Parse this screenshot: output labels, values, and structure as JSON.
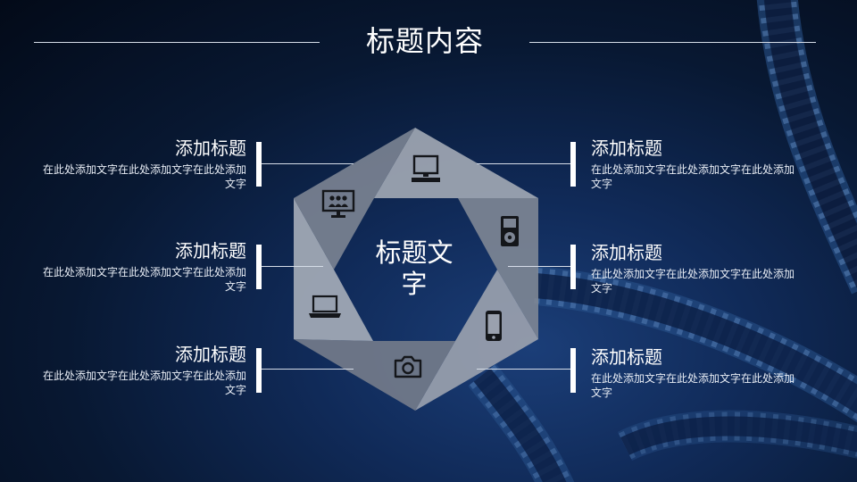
{
  "slide": {
    "title": "标题内容",
    "center_title": "标题文字"
  },
  "left_items": [
    {
      "title": "添加标题",
      "desc": "在此处添加文字在此处添加文字在此处添加文字"
    },
    {
      "title": "添加标题",
      "desc": "在此处添加文字在此处添加文字在此处添加文字"
    },
    {
      "title": "添加标题",
      "desc": "在此处添加文字在此处添加文字在此处添加文字"
    }
  ],
  "right_items": [
    {
      "title": "添加标题",
      "desc": "在此处添加文字在此处添加文字在此处添加文字"
    },
    {
      "title": "添加标题",
      "desc": "在此处添加文字在此处添加文字在此处添加文字"
    },
    {
      "title": "添加标题",
      "desc": "在此处添加文字在此处添加文字在此处添加文字"
    }
  ],
  "icons": [
    "desktop-computer-icon",
    "media-player-icon",
    "smartphone-icon",
    "camera-icon",
    "laptop-icon",
    "presentation-board-icon"
  ],
  "colors": {
    "background_dark": "#030a18",
    "background_blue": "#1b3e78",
    "segment_light": "#9aa1ae",
    "segment_dark": "#737b8a",
    "icon": "#14161a",
    "text": "#ffffff"
  }
}
